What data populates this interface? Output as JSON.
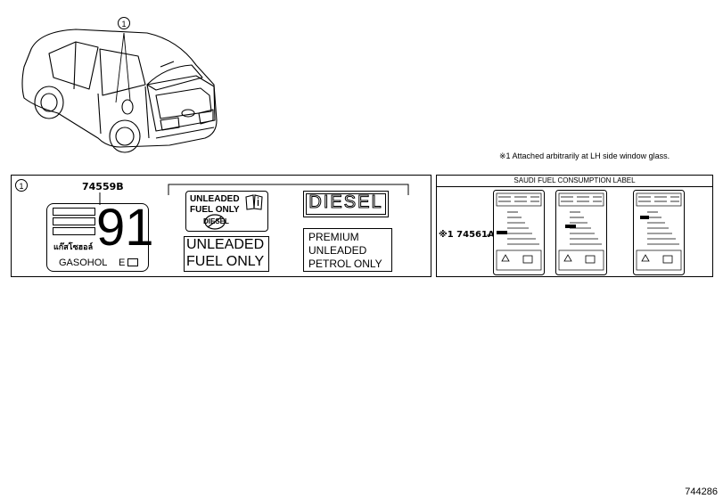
{
  "callout_number": "1",
  "note": "※1  Attached arbitrarily at LH side window glass.",
  "left_panel": {
    "part_number": "74559B",
    "gasohol_label": {
      "octane": "91",
      "thai_text": "แก๊สโซฮอล์",
      "gasohol": "GASOHOL",
      "e_code": "E"
    },
    "unleaded_small": {
      "line1": "UNLEADED",
      "line2": "FUEL ONLY",
      "crossed": "DIESEL"
    },
    "diesel_label": "DIESEL",
    "unleaded_large": {
      "line1": "UNLEADED",
      "line2": "FUEL ONLY"
    },
    "premium_label": {
      "line1": "PREMIUM",
      "line2": "UNLEADED",
      "line3": "PETROL ONLY"
    }
  },
  "right_panel": {
    "title": "SAUDI FUEL CONSUMPTION LABEL",
    "part_number": "※1 74561A"
  },
  "diagram_number": "744286"
}
